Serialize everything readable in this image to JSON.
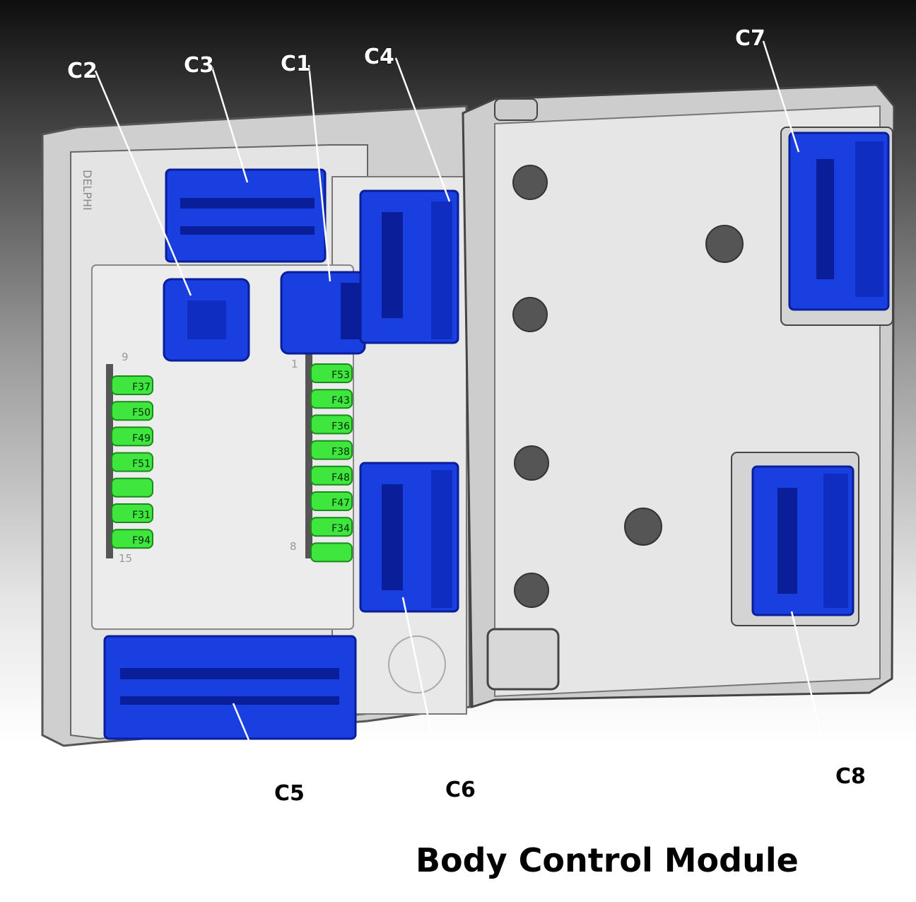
{
  "title": "Body Control Module",
  "colors": {
    "connector": "#1a3fe0",
    "connector_dark": "#0a1e9a",
    "fuse": "#3ee63e",
    "housing": "#e4e4e4"
  },
  "connectors": {
    "c1": "C1",
    "c2": "C2",
    "c3": "C3",
    "c4": "C4",
    "c5": "C5",
    "c6": "C6",
    "c7": "C7",
    "c8": "C8"
  },
  "housing_marks": {
    "brand": "DELPHI",
    "pos_9": "9",
    "pos_15": "15",
    "pos_1": "1",
    "pos_8": "8"
  },
  "fuses": {
    "left": [
      "F37",
      "F50",
      "F49",
      "F51",
      "",
      "F31",
      "F94"
    ],
    "right": [
      "F53",
      "F43",
      "F36",
      "F38",
      "F48",
      "F47",
      "F34",
      ""
    ]
  }
}
